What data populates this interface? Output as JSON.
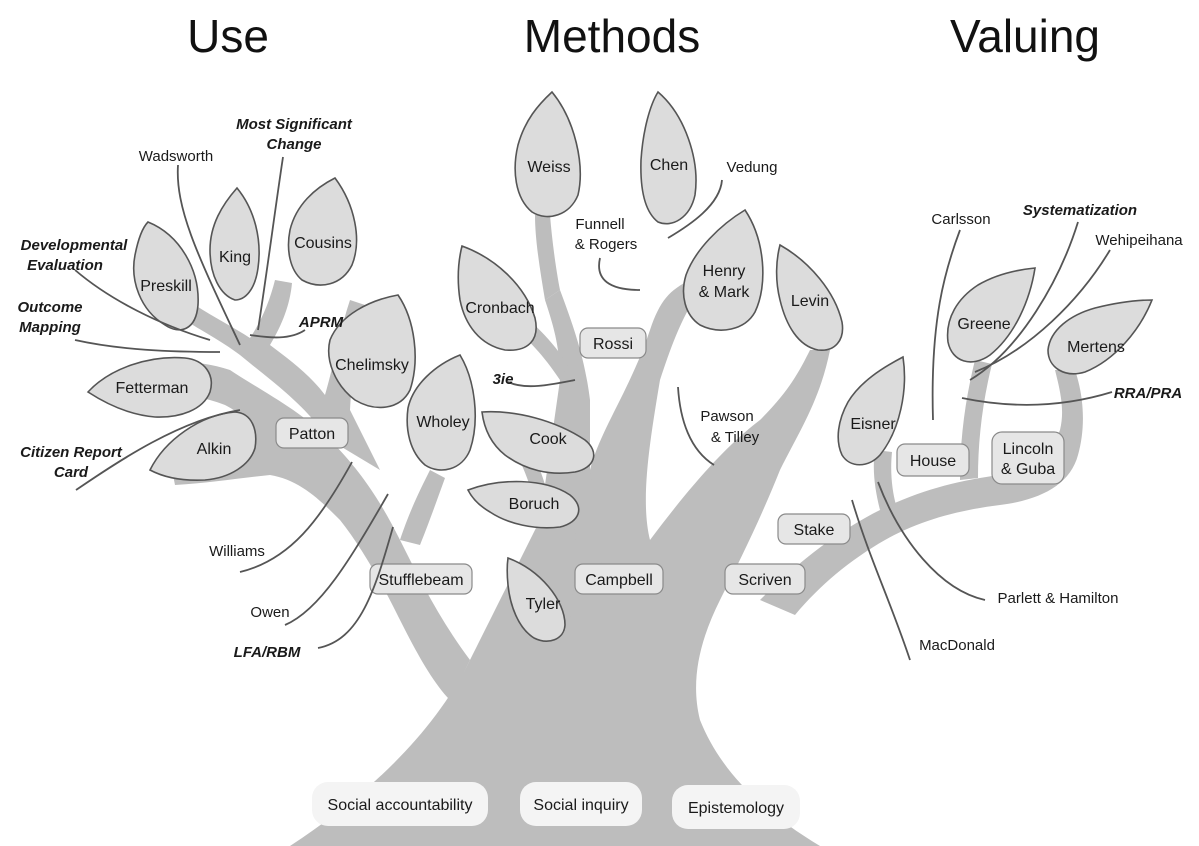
{
  "titles": {
    "use": "Use",
    "methods": "Methods",
    "valuing": "Valuing"
  },
  "roots": {
    "social_accountability": "Social accountability",
    "social_inquiry": "Social inquiry",
    "epistemology": "Epistemology"
  },
  "leaves": {
    "preskill": "Preskill",
    "king": "King",
    "cousins": "Cousins",
    "chelimsky": "Chelimsky",
    "fetterman": "Fetterman",
    "alkin": "Alkin",
    "wholey": "Wholey",
    "weiss": "Weiss",
    "chen": "Chen",
    "cronbach": "Cronbach",
    "henry_mark_1": "Henry",
    "henry_mark_2": "& Mark",
    "levin": "Levin",
    "cook": "Cook",
    "boruch": "Boruch",
    "tyler": "Tyler",
    "eisner": "Eisner",
    "greene": "Greene",
    "mertens": "Mertens"
  },
  "boxes": {
    "patton": "Patton",
    "stufflebeam": "Stufflebeam",
    "rossi": "Rossi",
    "campbell": "Campbell",
    "scriven": "Scriven",
    "stake": "Stake",
    "house": "House",
    "lincoln_guba_1": "Lincoln",
    "lincoln_guba_2": "& Guba"
  },
  "callouts": {
    "wadsworth": "Wadsworth",
    "msc_1": "Most Significant",
    "msc_2": "Change",
    "dev_eval_1": "Developmental",
    "dev_eval_2": "Evaluation",
    "outcome_mapping_1": "Outcome",
    "outcome_mapping_2": "Mapping",
    "aprm": "APRM",
    "citizen_report_1": "Citizen Report",
    "citizen_report_2": "Card",
    "williams": "Williams",
    "owen": "Owen",
    "lfa_rbm": "LFA/RBM",
    "funnell_1": "Funnell",
    "funnell_2": "& Rogers",
    "vedung": "Vedung",
    "three_ie": "3ie",
    "pawson_1": "Pawson",
    "pawson_2": "& Tilley",
    "carlsson": "Carlsson",
    "systematization": "Systematization",
    "wehipeihana": "Wehipeihana",
    "rra_pra": "RRA/PRA",
    "parlett_hamilton": "Parlett & Hamilton",
    "macdonald": "MacDonald"
  }
}
